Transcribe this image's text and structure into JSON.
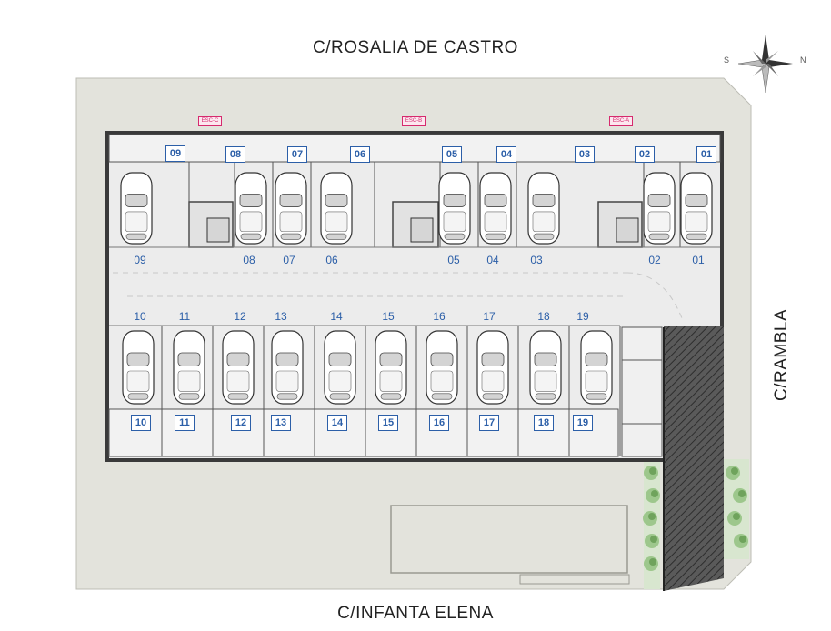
{
  "streets": {
    "top": "C/ROSALIA DE CASTRO",
    "bottom": "C/INFANTA ELENA",
    "right": "C/RAMBLA"
  },
  "compass": {
    "west": "S",
    "east": "N"
  },
  "stairs": [
    "ESC-C",
    "ESC-B",
    "ESC-A"
  ],
  "storage_top": [
    "09",
    "08",
    "07",
    "06",
    "05",
    "04",
    "03",
    "02",
    "01"
  ],
  "parking_top": [
    "09",
    "08",
    "07",
    "06",
    "05",
    "04",
    "03",
    "02",
    "01"
  ],
  "parking_bottom": [
    "10",
    "11",
    "12",
    "13",
    "14",
    "15",
    "16",
    "17",
    "18",
    "19"
  ],
  "storage_bottom": [
    "10",
    "11",
    "12",
    "13",
    "14",
    "15",
    "16",
    "17",
    "18",
    "19"
  ],
  "colors": {
    "ground": "#e3e3dc",
    "floor": "#e9e9e9",
    "wall": "#3a3a3a",
    "accent": "#2c5fa8",
    "stair_tag": "#d62a6e",
    "ramp": "#4a4a4a",
    "garden": "#cfe3c4"
  }
}
